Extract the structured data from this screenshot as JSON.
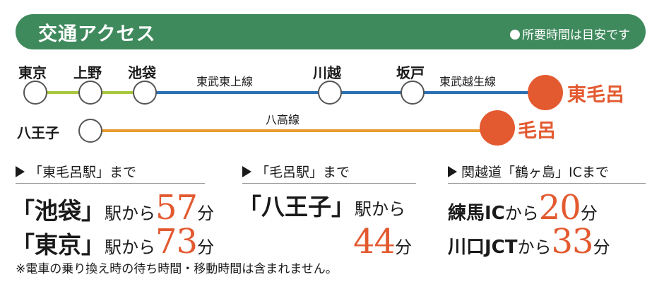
{
  "header": {
    "title": "交通アクセス",
    "note": "所要時間は目安です"
  },
  "colors": {
    "header_bg": "#3f8a5d",
    "jr_line": "#a7c83c",
    "tobu_line": "#2a6fb4",
    "hachiko_line": "#e89a2c",
    "destination": "#e35a30"
  },
  "route_map": {
    "stations": [
      "東京",
      "上野",
      "池袋",
      "川越",
      "坂戸",
      "八王子"
    ],
    "lines": [
      "東武東上線",
      "東武越生線",
      "八高線"
    ],
    "destinations": [
      "東毛呂",
      "毛呂"
    ]
  },
  "sections": [
    {
      "heading": "「東毛呂駅」まで",
      "rows": [
        {
          "origin": "「池袋」",
          "suffix": "駅から",
          "minutes": "57",
          "unit": "分"
        },
        {
          "origin": "「東京」",
          "suffix": "駅から",
          "minutes": "73",
          "unit": "分"
        }
      ]
    },
    {
      "heading": "「毛呂駅」まで",
      "rows": [
        {
          "origin": "「八王子」",
          "suffix": "駅から",
          "minutes": "44",
          "unit": "分"
        }
      ]
    },
    {
      "heading": "関越道「鶴ヶ島」ICまで",
      "rows": [
        {
          "origin": "練馬IC",
          "suffix": "から",
          "minutes": "20",
          "unit": "分"
        },
        {
          "origin": "川口JCT",
          "suffix": "から",
          "minutes": "33",
          "unit": "分"
        }
      ]
    }
  ],
  "footnote": "※電車の乗り換え時の待ち時間・移動時間は含まれません。"
}
